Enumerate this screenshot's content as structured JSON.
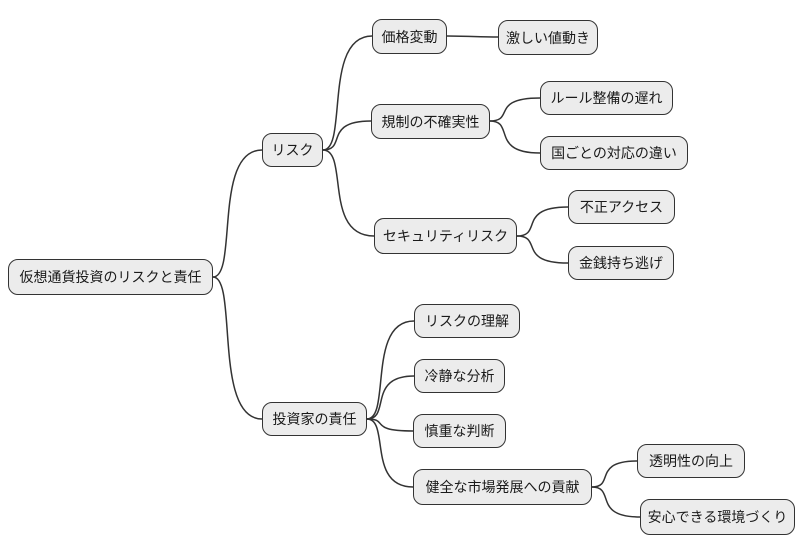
{
  "diagram": {
    "type": "mindmap",
    "title": "仮想通貨投資のリスクと責任"
  },
  "colors": {
    "background": "#ffffff",
    "node_fill": "#ececec",
    "node_border": "#333333",
    "edge": "#333333",
    "text": "#1a1a1a"
  },
  "nodes": {
    "root": {
      "label": "仮想通貨投資のリスクと責任"
    },
    "risk": {
      "label": "リスク"
    },
    "price_volatility": {
      "label": "価格変動"
    },
    "wild_price_swings": {
      "label": "激しい値動き"
    },
    "regulatory_uncertainty": {
      "label": "規制の不確実性"
    },
    "rule_development_delay": {
      "label": "ルール整備の遅れ"
    },
    "country_response_differences": {
      "label": "国ごとの対応の違い"
    },
    "security_risk": {
      "label": "セキュリティリスク"
    },
    "unauthorized_access": {
      "label": "不正アクセス"
    },
    "money_absconding": {
      "label": "金銭持ち逃げ"
    },
    "investor_responsibility": {
      "label": "投資家の責任"
    },
    "risk_understanding": {
      "label": "リスクの理解"
    },
    "calm_analysis": {
      "label": "冷静な分析"
    },
    "careful_judgment": {
      "label": "慎重な判断"
    },
    "healthy_market_contribution": {
      "label": "健全な市場発展への貢献"
    },
    "transparency_improvement": {
      "label": "透明性の向上"
    },
    "safe_environment": {
      "label": "安心できる環境づくり"
    }
  },
  "structure": {
    "root": "root",
    "edges": [
      [
        "root",
        "risk"
      ],
      [
        "root",
        "investor_responsibility"
      ],
      [
        "risk",
        "price_volatility"
      ],
      [
        "price_volatility",
        "wild_price_swings"
      ],
      [
        "risk",
        "regulatory_uncertainty"
      ],
      [
        "regulatory_uncertainty",
        "rule_development_delay"
      ],
      [
        "regulatory_uncertainty",
        "country_response_differences"
      ],
      [
        "risk",
        "security_risk"
      ],
      [
        "security_risk",
        "unauthorized_access"
      ],
      [
        "security_risk",
        "money_absconding"
      ],
      [
        "investor_responsibility",
        "risk_understanding"
      ],
      [
        "investor_responsibility",
        "calm_analysis"
      ],
      [
        "investor_responsibility",
        "careful_judgment"
      ],
      [
        "investor_responsibility",
        "healthy_market_contribution"
      ],
      [
        "healthy_market_contribution",
        "transparency_improvement"
      ],
      [
        "healthy_market_contribution",
        "safe_environment"
      ]
    ]
  }
}
